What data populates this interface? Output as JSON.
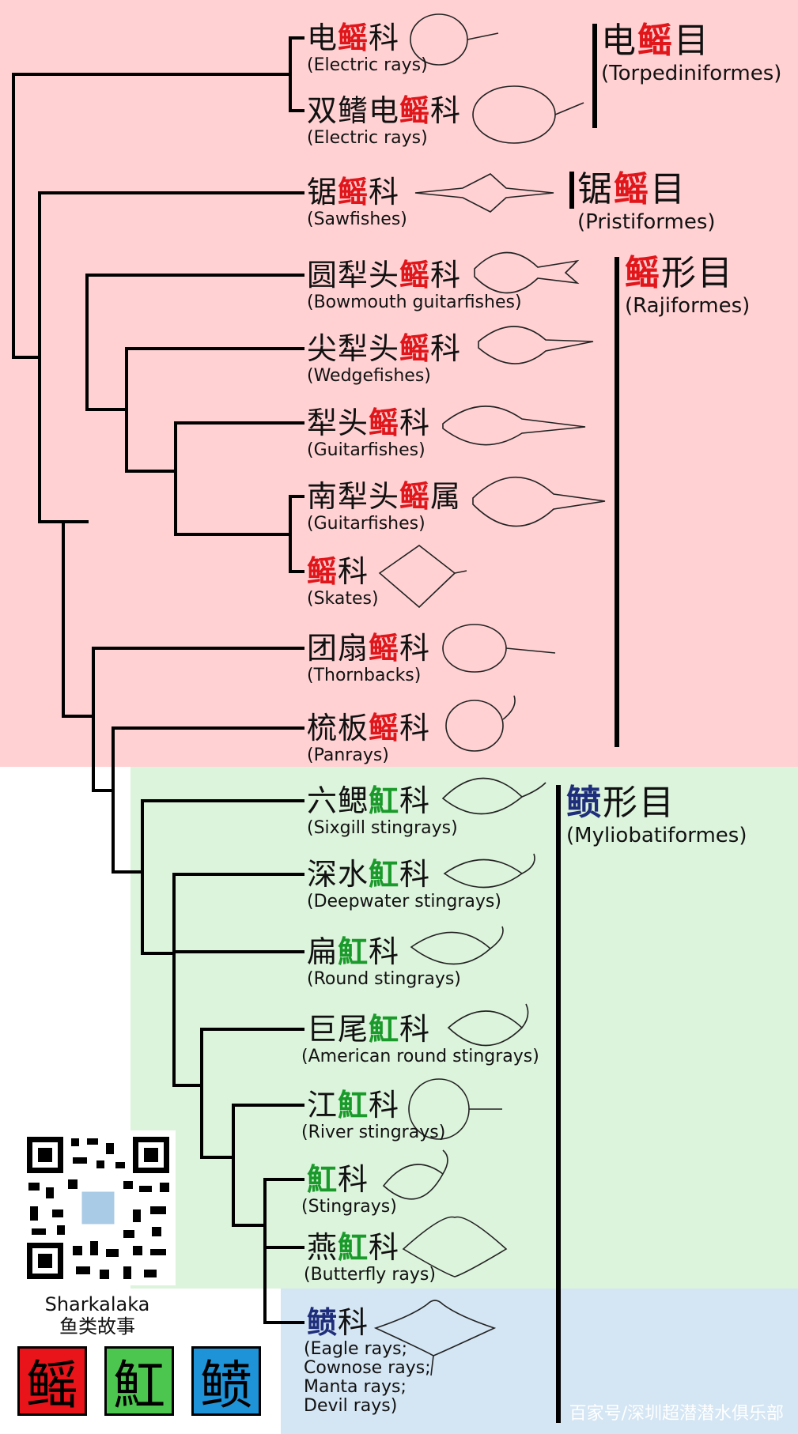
{
  "colors": {
    "skate_region": "#ffd1d3",
    "stingray_region": "#dcf3dc",
    "eagle_region": "#d4e5f3",
    "highlight_red": "#e0161b",
    "highlight_green": "#1a9a2a",
    "highlight_navy": "#1f2e7a",
    "tile_red": "#e8141a",
    "tile_green": "#4dc64f",
    "tile_blue": "#1f93d8"
  },
  "families": [
    {
      "id": "electric-rays",
      "zh": {
        "pre": "电",
        "hl": "鳐",
        "post": "科"
      },
      "hl_color": "red",
      "en": [
        "(Electric rays)"
      ],
      "fish": "round-ray-icon"
    },
    {
      "id": "numbfishes",
      "zh": {
        "pre": "双鳍电",
        "hl": "鳐",
        "post": "科"
      },
      "hl_color": "red",
      "en": [
        "(Electric rays)"
      ],
      "fish": "round-ray-icon"
    },
    {
      "id": "sawfishes",
      "zh": {
        "pre": "锯",
        "hl": "鳐",
        "post": "科"
      },
      "hl_color": "red",
      "en": [
        "(Sawfishes)"
      ],
      "fish": "sawfish-icon"
    },
    {
      "id": "bowmouth-guitarfishes",
      "zh": {
        "pre": "圆犁头",
        "hl": "鳐",
        "post": "科"
      },
      "hl_color": "red",
      "en": [
        "(Bowmouth guitarfishes)"
      ],
      "fish": "shark-ray-icon"
    },
    {
      "id": "wedgefishes",
      "zh": {
        "pre": "尖犁头",
        "hl": "鳐",
        "post": "科"
      },
      "hl_color": "red",
      "en": [
        "(Wedgefishes)"
      ],
      "fish": "guitarfish-icon"
    },
    {
      "id": "guitarfishes",
      "zh": {
        "pre": "犁头",
        "hl": "鳐",
        "post": "科"
      },
      "hl_color": "red",
      "en": [
        "(Guitarfishes)"
      ],
      "fish": "guitarfish-icon"
    },
    {
      "id": "guitarfishes-genus",
      "zh": {
        "pre": "南犁头",
        "hl": "鳐",
        "post": "属"
      },
      "hl_color": "red",
      "en": [
        "(Guitarfishes)"
      ],
      "fish": "guitarfish-icon"
    },
    {
      "id": "skates",
      "zh": {
        "pre": "",
        "hl": "鳐",
        "post": "科"
      },
      "hl_color": "red",
      "en": [
        "(Skates)"
      ],
      "fish": "skate-icon"
    },
    {
      "id": "thornbacks",
      "zh": {
        "pre": "团扇",
        "hl": "鳐",
        "post": "科"
      },
      "hl_color": "red",
      "en": [
        "(Thornbacks)"
      ],
      "fish": "fanray-icon"
    },
    {
      "id": "panrays",
      "zh": {
        "pre": "梳板",
        "hl": "鳐",
        "post": "科"
      },
      "hl_color": "red",
      "en": [
        "(Panrays)"
      ],
      "fish": "panray-icon"
    },
    {
      "id": "sixgill-stingrays",
      "zh": {
        "pre": "六鳃",
        "hl": "魟",
        "post": "科"
      },
      "hl_color": "green",
      "en": [
        "(Sixgill stingrays)"
      ],
      "fish": "stingray-icon"
    },
    {
      "id": "deepwater-stingrays",
      "zh": {
        "pre": "深水",
        "hl": "魟",
        "post": "科"
      },
      "hl_color": "green",
      "en": [
        "(Deepwater stingrays)"
      ],
      "fish": "stingray-icon"
    },
    {
      "id": "round-stingrays",
      "zh": {
        "pre": "扁",
        "hl": "魟",
        "post": "科"
      },
      "hl_color": "green",
      "en": [
        "(Round stingrays)"
      ],
      "fish": "stingray-icon"
    },
    {
      "id": "american-round-stingrays",
      "zh": {
        "pre": "巨尾",
        "hl": "魟",
        "post": "科"
      },
      "hl_color": "green",
      "en": [
        "(American round stingrays)"
      ],
      "fish": "stingray-icon"
    },
    {
      "id": "river-stingrays",
      "zh": {
        "pre": "江",
        "hl": "魟",
        "post": "科"
      },
      "hl_color": "green",
      "en": [
        "(River stingrays)"
      ],
      "fish": "river-stingray-icon"
    },
    {
      "id": "stingrays",
      "zh": {
        "pre": "",
        "hl": "魟",
        "post": "科"
      },
      "hl_color": "green",
      "en": [
        "(Stingrays)"
      ],
      "fish": "stingray-icon"
    },
    {
      "id": "butterfly-rays",
      "zh": {
        "pre": "燕",
        "hl": "魟",
        "post": "科"
      },
      "hl_color": "green",
      "en": [
        "(Butterfly rays)"
      ],
      "fish": "butterfly-ray-icon"
    },
    {
      "id": "eagle-rays",
      "zh": {
        "pre": "",
        "hl": "鲼",
        "post": "科"
      },
      "hl_color": "navy",
      "en": [
        "(Eagle rays;",
        "Cownose rays;",
        "Manta rays;",
        "Devil rays)"
      ],
      "fish": "manta-ray-icon"
    }
  ],
  "orders": [
    {
      "id": "torpediniformes",
      "zh": {
        "pre": "电",
        "hl": "鳐",
        "post": "目"
      },
      "hl_color": "red",
      "en": "(Torpediniformes)"
    },
    {
      "id": "pristiformes",
      "zh": {
        "pre": "锯",
        "hl": "鳐",
        "post": "目"
      },
      "hl_color": "red",
      "en": "(Pristiformes)"
    },
    {
      "id": "rajiformes",
      "zh": {
        "pre": "",
        "hl": "鳐",
        "post": "形目"
      },
      "hl_color": "red",
      "en": "(Rajiformes)"
    },
    {
      "id": "myliobatiformes",
      "zh": {
        "pre": "",
        "hl": "鲼",
        "post": "形目"
      },
      "hl_color": "navy",
      "en": "(Myliobatiformes)"
    }
  ],
  "footer": {
    "qr_caption_line1": "Sharkalaka",
    "qr_caption_line2": "鱼类故事",
    "tiles": [
      {
        "char": "鳐",
        "color": "red"
      },
      {
        "char": "魟",
        "color": "green"
      },
      {
        "char": "鲼",
        "color": "blue"
      }
    ],
    "watermark": "百家号/深圳超潜潜水俱乐部"
  }
}
